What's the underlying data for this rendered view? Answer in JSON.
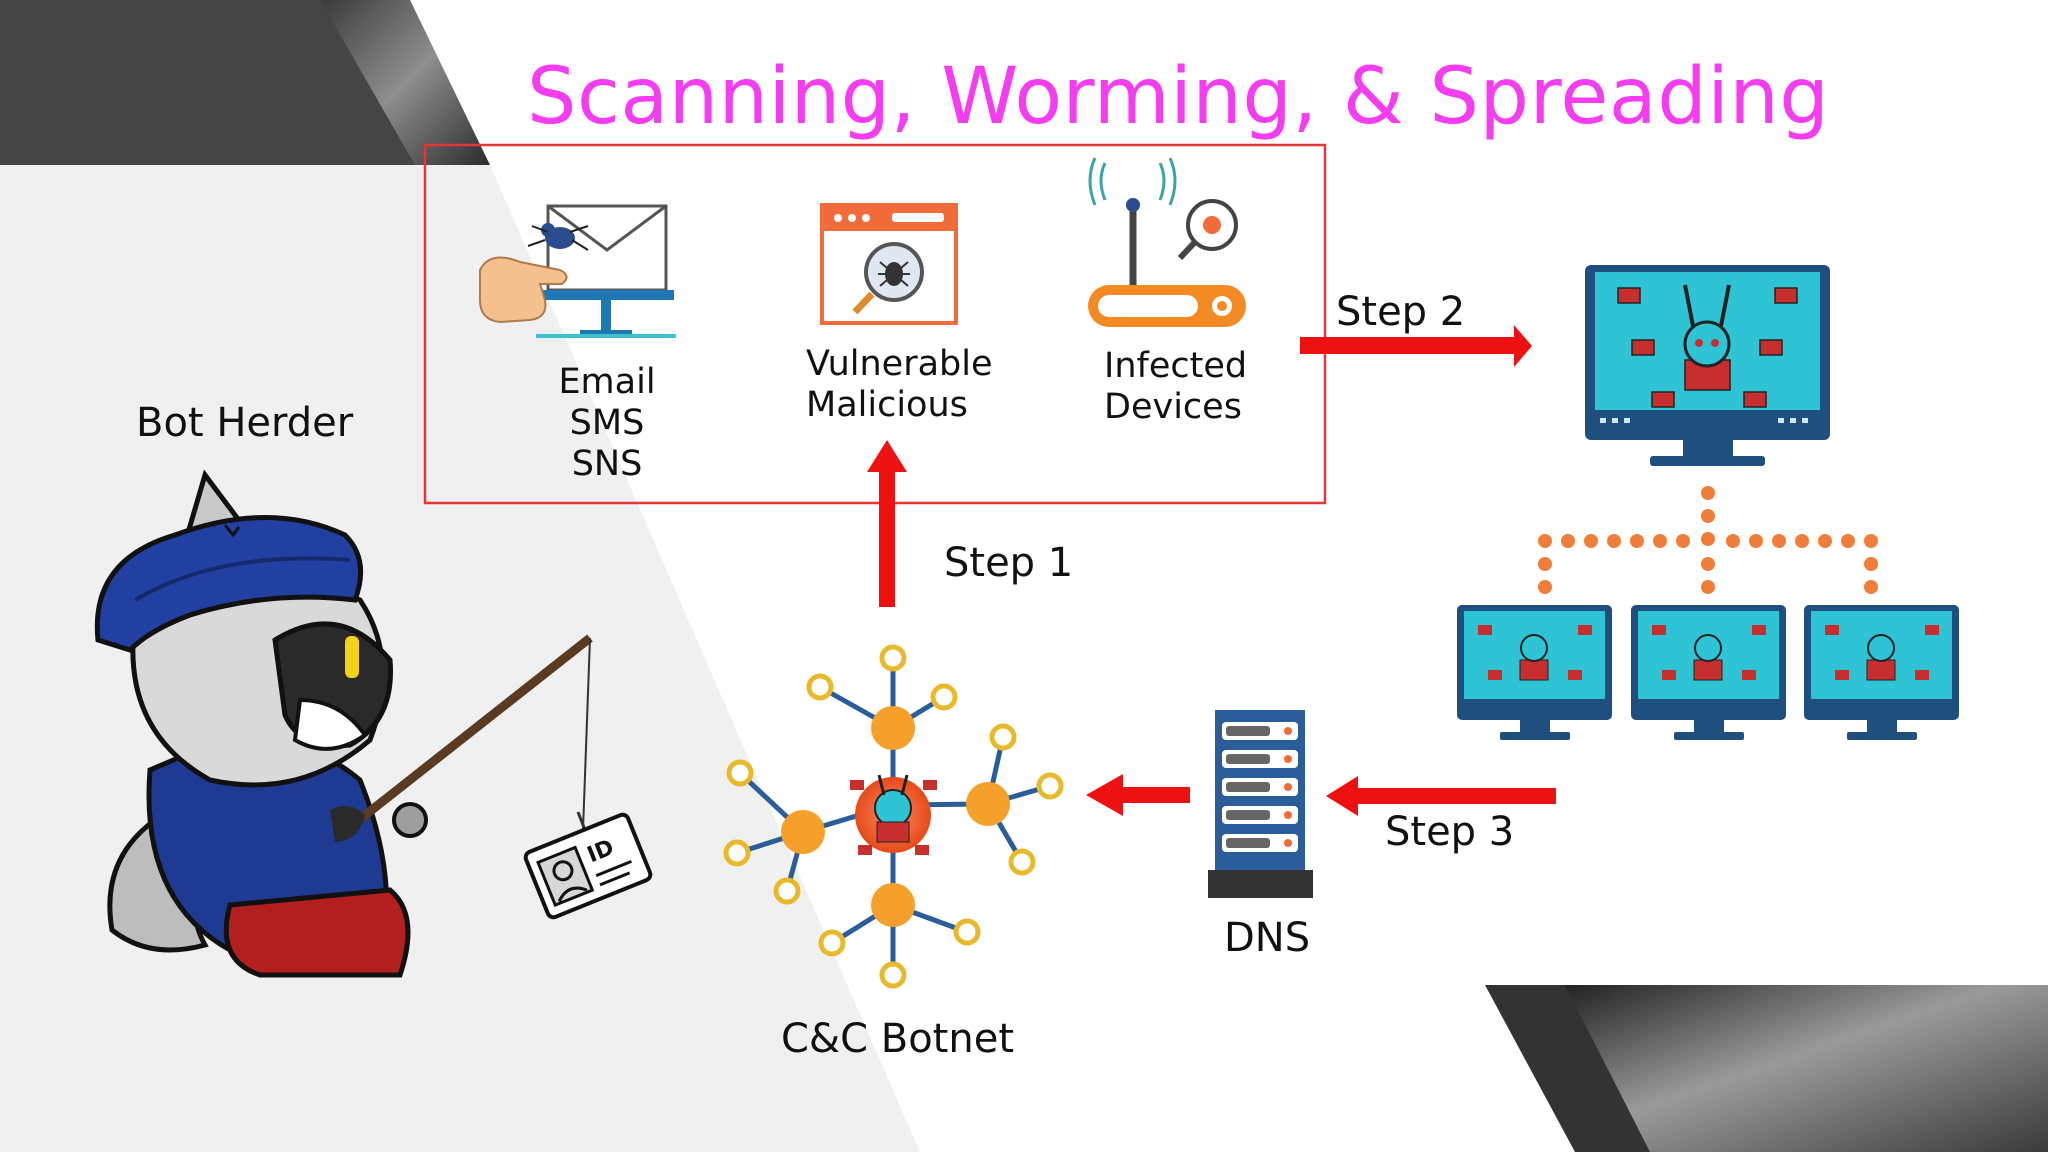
{
  "slide": {
    "title": "Scanning, Worming, & Spreading"
  },
  "labels": {
    "bot_herder": "Bot Herder",
    "email_lines": [
      "Email",
      "SMS",
      "SNS"
    ],
    "vulnerable_lines": [
      "Vulnerable",
      "Malicious"
    ],
    "infected_lines": [
      "Infected",
      "Devices"
    ],
    "step1": "Step 1",
    "step2": "Step 2",
    "step3": "Step 3",
    "dns": "DNS",
    "cc_botnet": "C&C Botnet"
  },
  "badge": {
    "id_text": "ID"
  },
  "colors": {
    "title": "#f43cf0",
    "arrow": "#ee1111",
    "frame": "#e53535",
    "monitor": "#2fc3d6",
    "node": "#f6a02c",
    "node_ring": "#e8b92b",
    "hub": "#2b5d9b",
    "dots": "#f07d3a"
  }
}
